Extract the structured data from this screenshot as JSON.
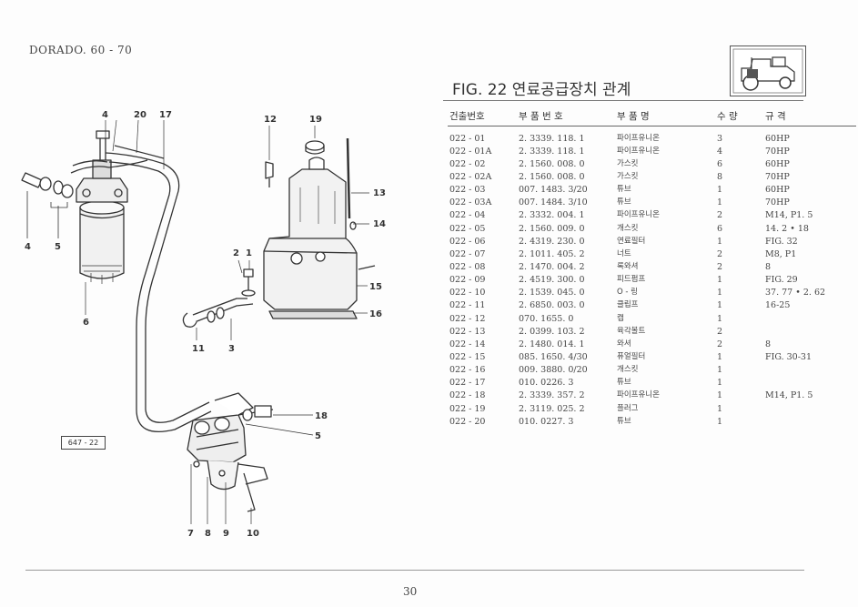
{
  "header": {
    "title": "DORADO. 60 - 70"
  },
  "figure": {
    "title": "FIG. 22 연료공급장치 관계"
  },
  "diagram": {
    "reference_box": "647 - 22",
    "callouts": [
      "4",
      "20",
      "17",
      "12",
      "19",
      "13",
      "14",
      "4",
      "5",
      "2",
      "1",
      "15",
      "16",
      "6",
      "11",
      "3",
      "18",
      "5",
      "7",
      "8",
      "9",
      "10"
    ]
  },
  "table": {
    "headers": [
      "건출번호",
      "부 품 번 호",
      "부 품 명",
      "수 량",
      "규 격"
    ],
    "rows": [
      [
        "022 - 01",
        "2. 3339. 118. 1",
        "파이프유니온",
        "3",
        "60HP"
      ],
      [
        "022 - 01A",
        "2. 3339. 118. 1",
        "파이프유니온",
        "4",
        "70HP"
      ],
      [
        "022 - 02",
        "2. 1560. 008. 0",
        "가스킷",
        "6",
        "60HP"
      ],
      [
        "022 - 02A",
        "2. 1560. 008. 0",
        "가스킷",
        "8",
        "70HP"
      ],
      [
        "022 - 03",
        "007. 1483. 3/20",
        "튜브",
        "1",
        "60HP"
      ],
      [
        "022 - 03A",
        "007. 1484. 3/10",
        "튜브",
        "1",
        "70HP"
      ],
      [
        "022 - 04",
        "2. 3332. 004. 1",
        "파이프유니온",
        "2",
        "M14, P1. 5"
      ],
      [
        "022 - 05",
        "2. 1560. 009. 0",
        "개스킷",
        "6",
        "14. 2 • 18"
      ],
      [
        "022 - 06",
        "2. 4319. 230. 0",
        "연료필터",
        "1",
        "FIG. 32"
      ],
      [
        "022 - 07",
        "2. 1011. 405. 2",
        "너트",
        "2",
        "M8, P1"
      ],
      [
        "022 - 08",
        "2. 1470. 004. 2",
        "록와셔",
        "2",
        "8"
      ],
      [
        "022 - 09",
        "2. 4519. 300. 0",
        "피드펌프",
        "1",
        "FIG. 29"
      ],
      [
        "022 - 10",
        "2. 1539. 045. 0",
        "O - 링",
        "1",
        "37. 77 • 2. 62"
      ],
      [
        "022 - 11",
        "2. 6850. 003. 0",
        "클립프",
        "1",
        "16-25"
      ],
      [
        "022 - 12",
        "070. 1655. 0",
        "캡",
        "1",
        ""
      ],
      [
        "022 - 13",
        "2. 0399. 103. 2",
        "육각볼트",
        "2",
        ""
      ],
      [
        "022 - 14",
        "2. 1480. 014. 1",
        "와셔",
        "2",
        "8"
      ],
      [
        "022 - 15",
        "085. 1650. 4/30",
        "퓨얼필터",
        "1",
        "FIG. 30-31"
      ],
      [
        "022 - 16",
        "009. 3880. 0/20",
        "개스킷",
        "1",
        ""
      ],
      [
        "022 - 17",
        "010. 0226. 3",
        "튜브",
        "1",
        ""
      ],
      [
        "022 - 18",
        "2. 3339. 357. 2",
        "파이프유니온",
        "1",
        "M14, P1. 5"
      ],
      [
        "022 - 19",
        "2. 3119. 025. 2",
        "플러그",
        "1",
        ""
      ],
      [
        "022 - 20",
        "010. 0227. 3",
        "튜브",
        "1",
        ""
      ]
    ]
  },
  "footer": {
    "page_number": "30"
  }
}
